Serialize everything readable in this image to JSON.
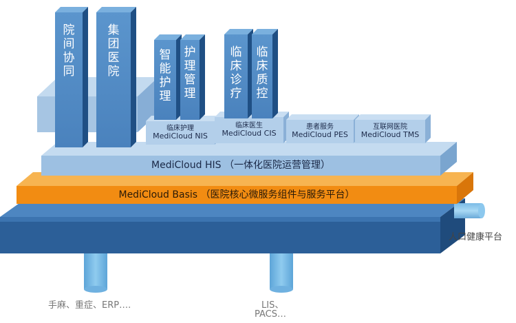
{
  "towers": {
    "yuanjian": {
      "label": "院间协同"
    },
    "jituan": {
      "label": "集团医院"
    },
    "zhineng": {
      "label": "智能护理"
    },
    "huli": {
      "label": "护理管理"
    },
    "linchuang_zhenliao": {
      "label": "临床诊疗"
    },
    "linchuang_zhikong": {
      "label": "临床质控"
    }
  },
  "modules": {
    "nis": {
      "title": "临床护理",
      "name": "MediCloud  NIS"
    },
    "cis": {
      "title": "临床医生",
      "name": "MediCloud  CIS"
    },
    "pes": {
      "title": "患者服务",
      "name": "MediCloud   PES"
    },
    "tms": {
      "title": "互联网医院",
      "name": "MediCloud  TMS"
    }
  },
  "layers": {
    "his": "MediCloud HIS  （一体化医院运营管理）",
    "basis": "MediCloud Basis  （医院核心微服务组件与服务平台）"
  },
  "connectors": {
    "right": "人口健康平台",
    "bottom_left": "手麻、重症、ERP….",
    "bottom_right_1": "LIS、",
    "bottom_right_2": "PACS…"
  },
  "colors": {
    "tower_front": "#4f89c3",
    "tower_side": "#1f4f84",
    "block_light": "#a8c6e3",
    "his_layer": "#9dc0e2",
    "basis_layer": "#f28c12",
    "base_platform": "#2f6aa8",
    "base_front": "#245887"
  }
}
